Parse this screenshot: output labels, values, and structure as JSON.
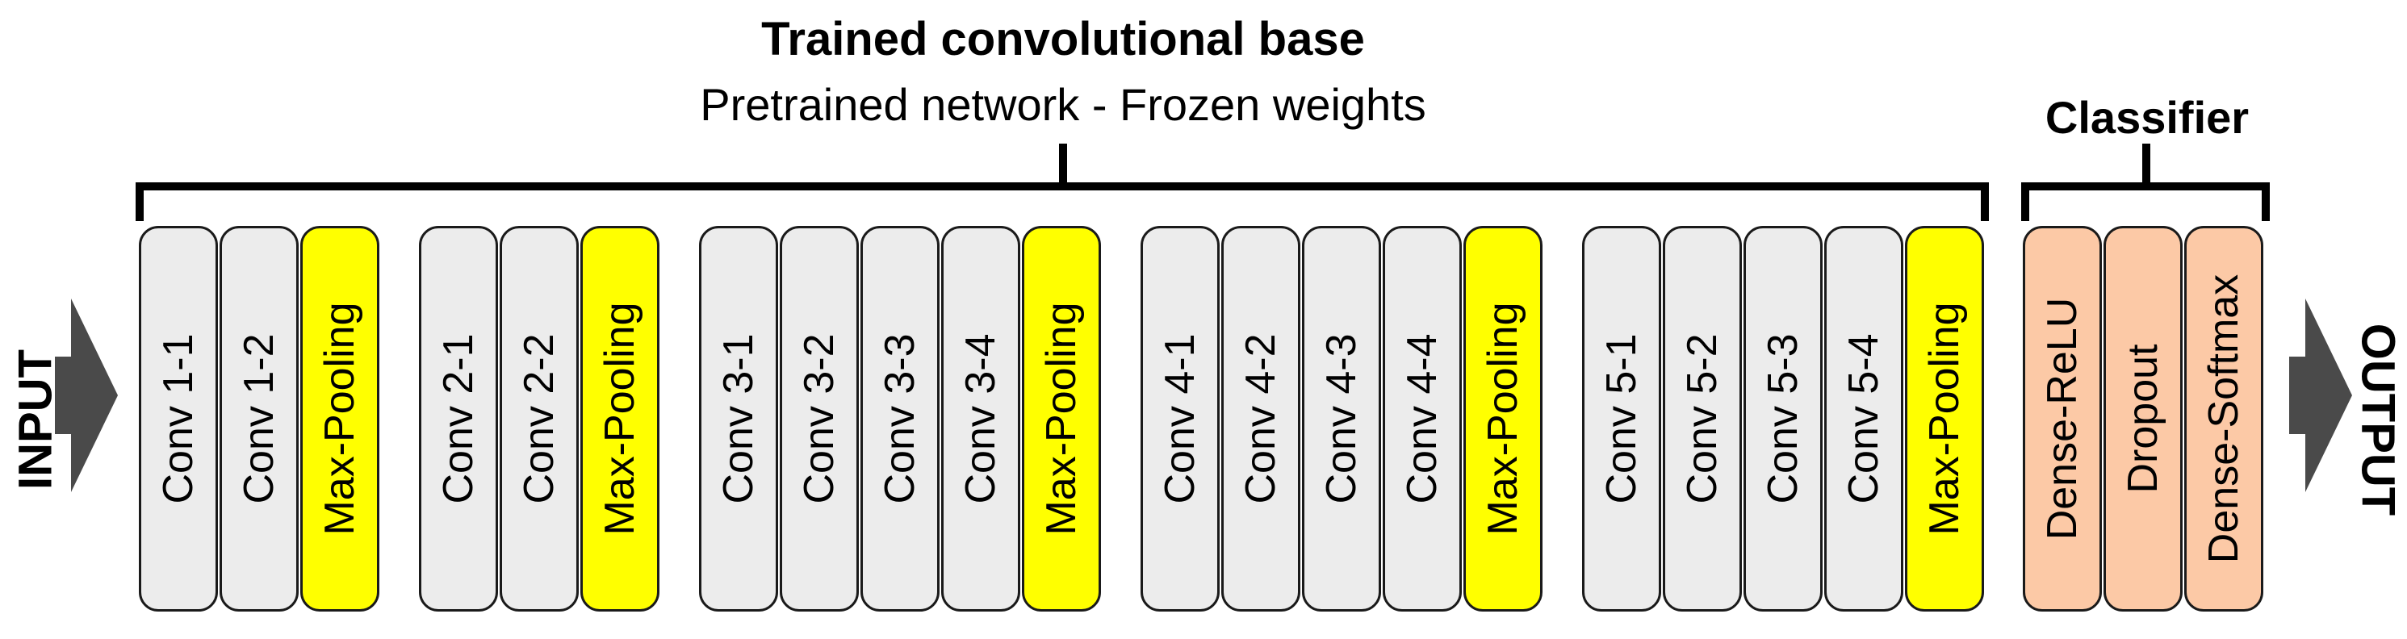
{
  "header": {
    "base_title": "Trained convolutional base",
    "base_subtitle": "Pretrained network - Frozen weights",
    "classifier_title": "Classifier"
  },
  "io": {
    "input": "INPUT",
    "output": "OUTPUT"
  },
  "colors": {
    "conv": "#ececec",
    "pool": "#ffff00",
    "dense": "#fcc9a6",
    "arrow": "#4a4a4a"
  },
  "layers": [
    {
      "label": "Conv 1-1",
      "kind": "conv"
    },
    {
      "label": "Conv 1-2",
      "kind": "conv"
    },
    {
      "label": "Max-Pooling",
      "kind": "pool"
    },
    {
      "label": "Conv 2-1",
      "kind": "conv"
    },
    {
      "label": "Conv 2-2",
      "kind": "conv"
    },
    {
      "label": "Max-Pooling",
      "kind": "pool"
    },
    {
      "label": "Conv 3-1",
      "kind": "conv"
    },
    {
      "label": "Conv 3-2",
      "kind": "conv"
    },
    {
      "label": "Conv 3-3",
      "kind": "conv"
    },
    {
      "label": "Conv 3-4",
      "kind": "conv"
    },
    {
      "label": "Max-Pooling",
      "kind": "pool"
    },
    {
      "label": "Conv 4-1",
      "kind": "conv"
    },
    {
      "label": "Conv 4-2",
      "kind": "conv"
    },
    {
      "label": "Conv 4-3",
      "kind": "conv"
    },
    {
      "label": "Conv 4-4",
      "kind": "conv"
    },
    {
      "label": "Max-Pooling",
      "kind": "pool"
    },
    {
      "label": "Conv 5-1",
      "kind": "conv"
    },
    {
      "label": "Conv 5-2",
      "kind": "conv"
    },
    {
      "label": "Conv 5-3",
      "kind": "conv"
    },
    {
      "label": "Conv 5-4",
      "kind": "conv"
    },
    {
      "label": "Max-Pooling",
      "kind": "pool"
    },
    {
      "label": "Dense-ReLU",
      "kind": "dense"
    },
    {
      "label": "Dropout",
      "kind": "dense"
    },
    {
      "label": "Dense-Softmax",
      "kind": "dense"
    }
  ]
}
